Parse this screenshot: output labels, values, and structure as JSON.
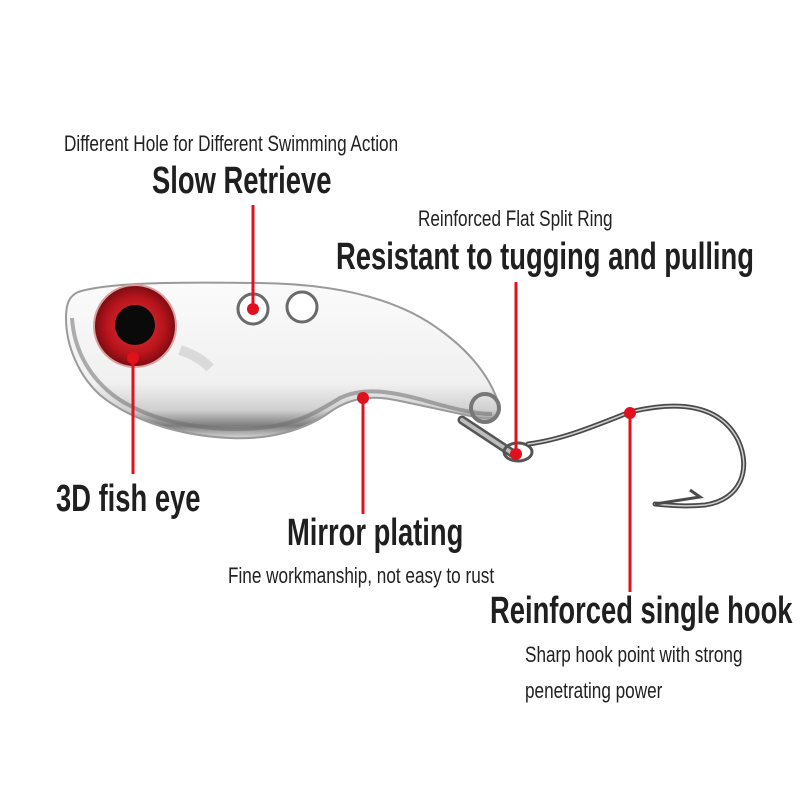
{
  "colors": {
    "callout_red": "#e0101c",
    "eye_red": "#b8141c",
    "pupil": "#0a0a0a",
    "text_dark": "#1f1f1f",
    "metal_light": "#f2f2f2",
    "metal_shadow": "#8a8a8a"
  },
  "callouts": {
    "slow_retrieve": {
      "caption": "Different Hole for Different Swimming Action",
      "title": "Slow Retrieve"
    },
    "split_ring": {
      "caption": "Reinforced Flat Split Ring",
      "title": "Resistant to tugging and pulling"
    },
    "fish_eye": {
      "title": "3D fish eye"
    },
    "mirror_plating": {
      "title": "Mirror plating",
      "caption": "Fine workmanship, not easy to rust"
    },
    "single_hook": {
      "title": "Reinforced single hook",
      "caption_line1": "Sharp hook point with strong",
      "caption_line2": "penetrating power"
    }
  }
}
